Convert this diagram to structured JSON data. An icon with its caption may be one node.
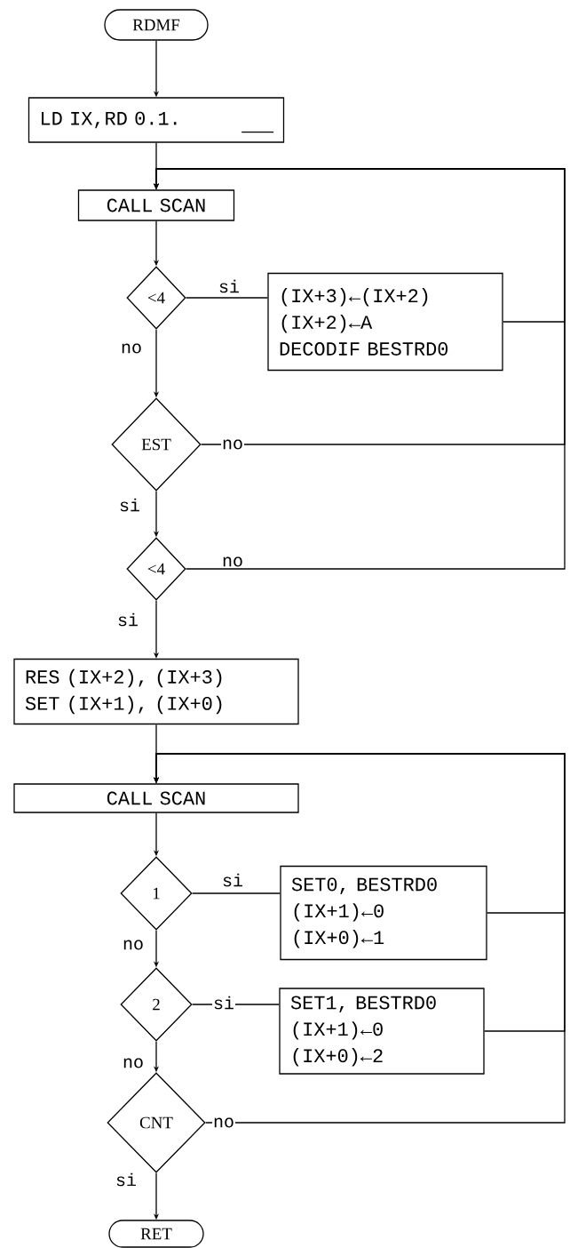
{
  "diagram": {
    "nodes": [
      {
        "text": [
          "RDMF"
        ]
      },
      {
        "text": [
          "LD IX,RD 0.1."
        ]
      },
      {
        "text": [
          "CALL SCAN"
        ]
      },
      {
        "text": [
          "<4"
        ]
      },
      {
        "text": [
          "(IX+3)←(IX+2)",
          "(IX+2)←A",
          "DECODIF BESTRD0"
        ]
      },
      {
        "text": [
          "EST"
        ]
      },
      {
        "text": [
          "<4"
        ]
      },
      {
        "text": [
          "RES (IX+2), (IX+3)",
          "SET (IX+1), (IX+0)"
        ]
      },
      {
        "text": [
          "CALL SCAN"
        ]
      },
      {
        "text": [
          "1"
        ]
      },
      {
        "text": [
          "SET0, BESTRD0",
          "(IX+1)←0",
          "(IX+0)←1"
        ]
      },
      {
        "text": [
          "2"
        ]
      },
      {
        "text": [
          "SET1, BESTRD0",
          "(IX+1)←0",
          "(IX+0)←2"
        ]
      },
      {
        "text": [
          "CNT"
        ]
      },
      {
        "text": [
          "RET"
        ]
      }
    ],
    "edges": [
      {
        "from": 0,
        "to": 1,
        "arrow": "to"
      },
      {
        "from": 1,
        "to": 2,
        "arrow": "to"
      },
      {
        "from": 2,
        "to": 3,
        "arrow": "to"
      },
      {
        "from": 3,
        "to": 4,
        "arrow": "none",
        "label": "si"
      },
      {
        "from": 3,
        "to": 5,
        "arrow": "to",
        "label": "no"
      },
      {
        "from": 4,
        "to": 2,
        "arrow": "to"
      },
      {
        "from": 5,
        "to": 6,
        "arrow": "to",
        "label": "si"
      },
      {
        "from": 5,
        "to": 2,
        "arrow": "to",
        "label": "no"
      },
      {
        "from": 6,
        "to": 7,
        "arrow": "to",
        "label": "si"
      },
      {
        "from": 6,
        "to": 2,
        "arrow": "to",
        "label": "no"
      },
      {
        "from": 7,
        "to": 8,
        "arrow": "to"
      },
      {
        "from": 8,
        "to": 9,
        "arrow": "to"
      },
      {
        "from": 9,
        "to": 10,
        "arrow": "none",
        "label": "si"
      },
      {
        "from": 9,
        "to": 11,
        "arrow": "to",
        "label": "no"
      },
      {
        "from": 10,
        "to": 8,
        "arrow": "to"
      },
      {
        "from": 11,
        "to": 12,
        "arrow": "none",
        "label": "si"
      },
      {
        "from": 11,
        "to": 13,
        "arrow": "to",
        "label": "no"
      },
      {
        "from": 12,
        "to": 8,
        "arrow": "to"
      },
      {
        "from": 13,
        "to": 8,
        "arrow": "to",
        "label": "no"
      },
      {
        "from": 13,
        "to": 14,
        "arrow": "to",
        "label": "si"
      }
    ]
  }
}
